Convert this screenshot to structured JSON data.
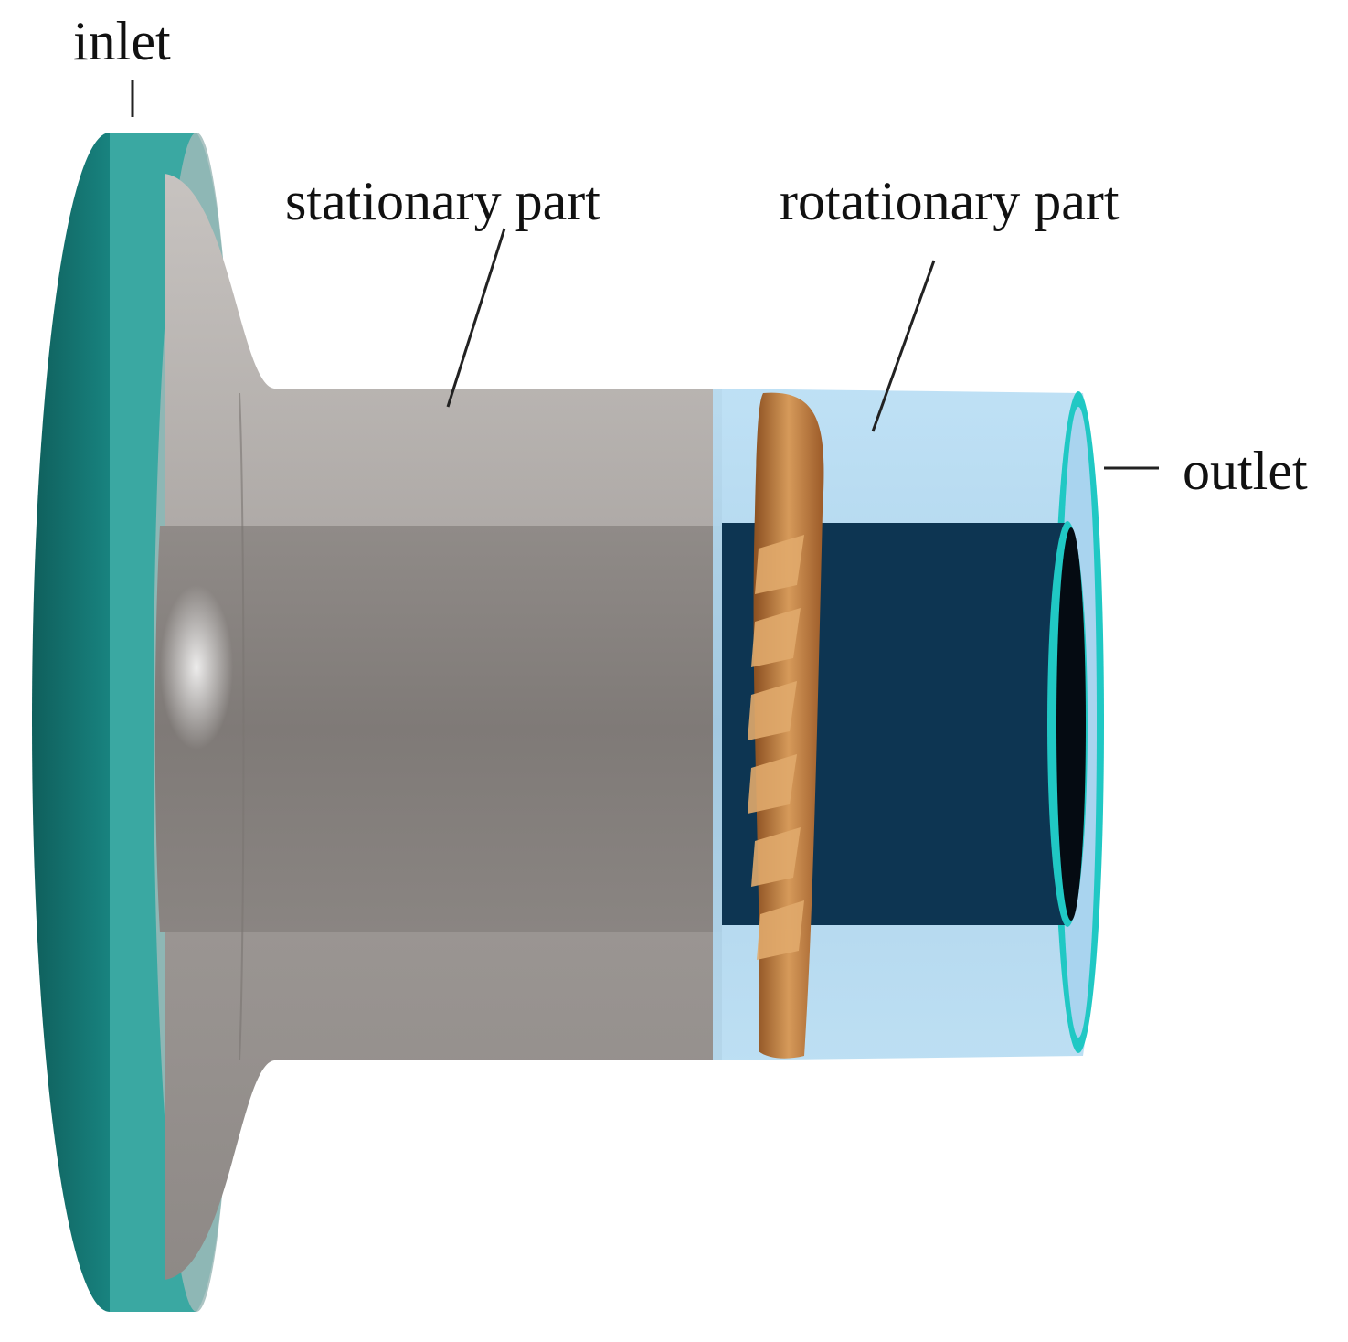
{
  "labels": {
    "inlet": "inlet",
    "stationary": "stationary part",
    "rotationary": "rotationary part",
    "outlet": "outlet"
  },
  "colors": {
    "inlet_teal": "#1a8a86",
    "inlet_light": "#3fb3ad",
    "stationary_gray": "#9a9592",
    "rotationary_blue": "#a9d4ef",
    "shaft_navy": "#0d3552",
    "impeller_orange": "#c9874a",
    "outlet_cyan": "#20c8c4"
  }
}
